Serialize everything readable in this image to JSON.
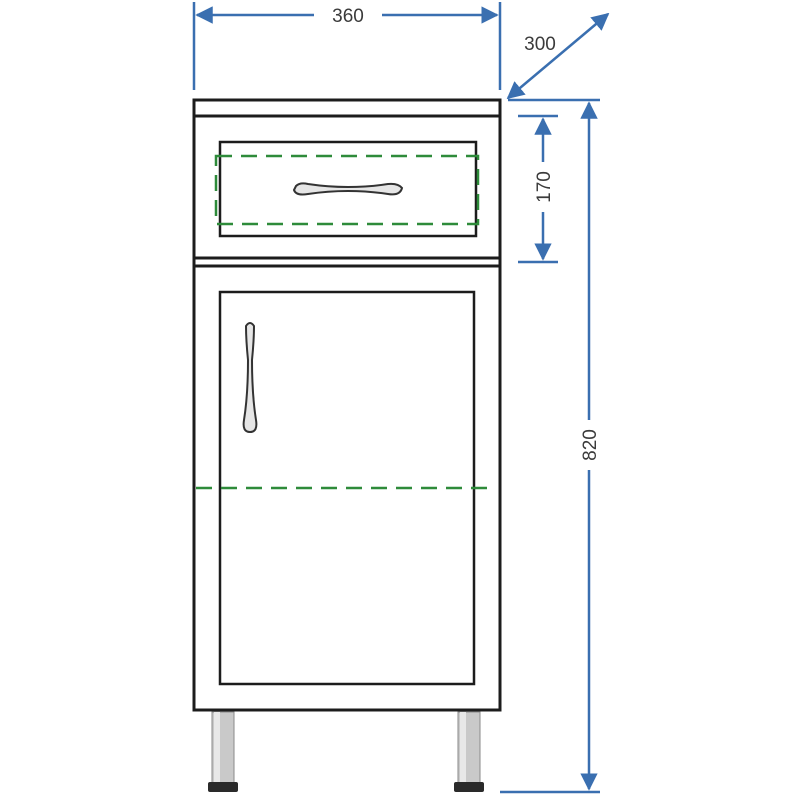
{
  "dimensions": {
    "width_label": "360",
    "depth_label": "300",
    "drawer_height_label": "170",
    "total_height_label": "820"
  },
  "colors": {
    "outline": "#1c1c1c",
    "dimension_line": "#3a6fb0",
    "dimension_text": "#3b3b3b",
    "dashed_guide": "#2e8b3a",
    "leg": "#c9c9c9",
    "foot": "#2a2a2a",
    "handle_fill": "#e6e6e6",
    "handle_stroke": "#333333"
  }
}
